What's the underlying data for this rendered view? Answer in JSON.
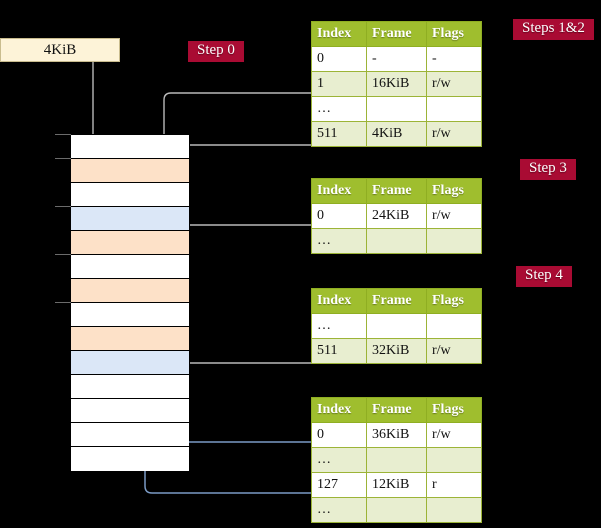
{
  "background": "#000000",
  "accent": {
    "badge": "#a90b33",
    "table_header": "#9fbe2e",
    "table_alt_row": "#e8eed0",
    "highlight": "#fbf59b",
    "size_box": "#fdf3d8",
    "block_orange": "#fde1c8",
    "block_blue": "#dbe7f7",
    "wire_gray": "#b0b0b0",
    "wire_blue": "#7b9bc6"
  },
  "size_box": {
    "label": "4KiB"
  },
  "badges": [
    {
      "id": "step-0",
      "label": "Step 0"
    },
    {
      "id": "steps-1-2",
      "label": "Steps 1&2"
    },
    {
      "id": "step-3",
      "label": "Step 3"
    },
    {
      "id": "step-4",
      "label": "Step 4"
    }
  ],
  "tables": [
    {
      "id": "page-table-1",
      "columns": [
        "Index",
        "Frame",
        "Flags"
      ],
      "rows": [
        {
          "style": "plain",
          "highlight": false,
          "cells": [
            "0",
            "-",
            "-"
          ]
        },
        {
          "style": "alt",
          "highlight": false,
          "cells": [
            "1",
            "16KiB",
            "r/w"
          ]
        },
        {
          "style": "plain",
          "highlight": false,
          "cells": [
            "…",
            "",
            ""
          ]
        },
        {
          "style": "alt",
          "highlight": true,
          "cells": [
            "511",
            "4KiB",
            "r/w"
          ]
        }
      ]
    },
    {
      "id": "page-table-2",
      "columns": [
        "Index",
        "Frame",
        "Flags"
      ],
      "rows": [
        {
          "style": "plain",
          "highlight": false,
          "cells": [
            "0",
            "24KiB",
            "r/w"
          ]
        },
        {
          "style": "alt",
          "highlight": false,
          "cells": [
            "…",
            "",
            ""
          ]
        }
      ]
    },
    {
      "id": "page-table-3",
      "columns": [
        "Index",
        "Frame",
        "Flags"
      ],
      "rows": [
        {
          "style": "plain",
          "highlight": false,
          "cells": [
            "…",
            "",
            ""
          ]
        },
        {
          "style": "alt",
          "highlight": false,
          "cells": [
            "511",
            "32KiB",
            "r/w"
          ]
        }
      ]
    },
    {
      "id": "page-table-4",
      "columns": [
        "Index",
        "Frame",
        "Flags"
      ],
      "rows": [
        {
          "style": "plain",
          "highlight": false,
          "cells": [
            "0",
            "36KiB",
            "r/w"
          ]
        },
        {
          "style": "alt",
          "highlight": false,
          "cells": [
            "…",
            "",
            ""
          ]
        },
        {
          "style": "plain",
          "highlight": false,
          "cells": [
            "127",
            "12KiB",
            "r"
          ]
        },
        {
          "style": "alt",
          "highlight": false,
          "cells": [
            "…",
            "",
            ""
          ]
        }
      ]
    }
  ],
  "memory_blocks": [
    {
      "fill": "white",
      "tick": true
    },
    {
      "fill": "orange",
      "tick": true
    },
    {
      "fill": "white",
      "tick": false
    },
    {
      "fill": "blue",
      "tick": true
    },
    {
      "fill": "orange",
      "tick": false
    },
    {
      "fill": "white",
      "tick": true
    },
    {
      "fill": "orange",
      "tick": false
    },
    {
      "fill": "white",
      "tick": true
    },
    {
      "fill": "orange",
      "tick": false
    },
    {
      "fill": "blue",
      "tick": false
    },
    {
      "fill": "white",
      "tick": false
    },
    {
      "fill": "white",
      "tick": false
    },
    {
      "fill": "white",
      "tick": false
    },
    {
      "fill": "white",
      "tick": false
    }
  ]
}
